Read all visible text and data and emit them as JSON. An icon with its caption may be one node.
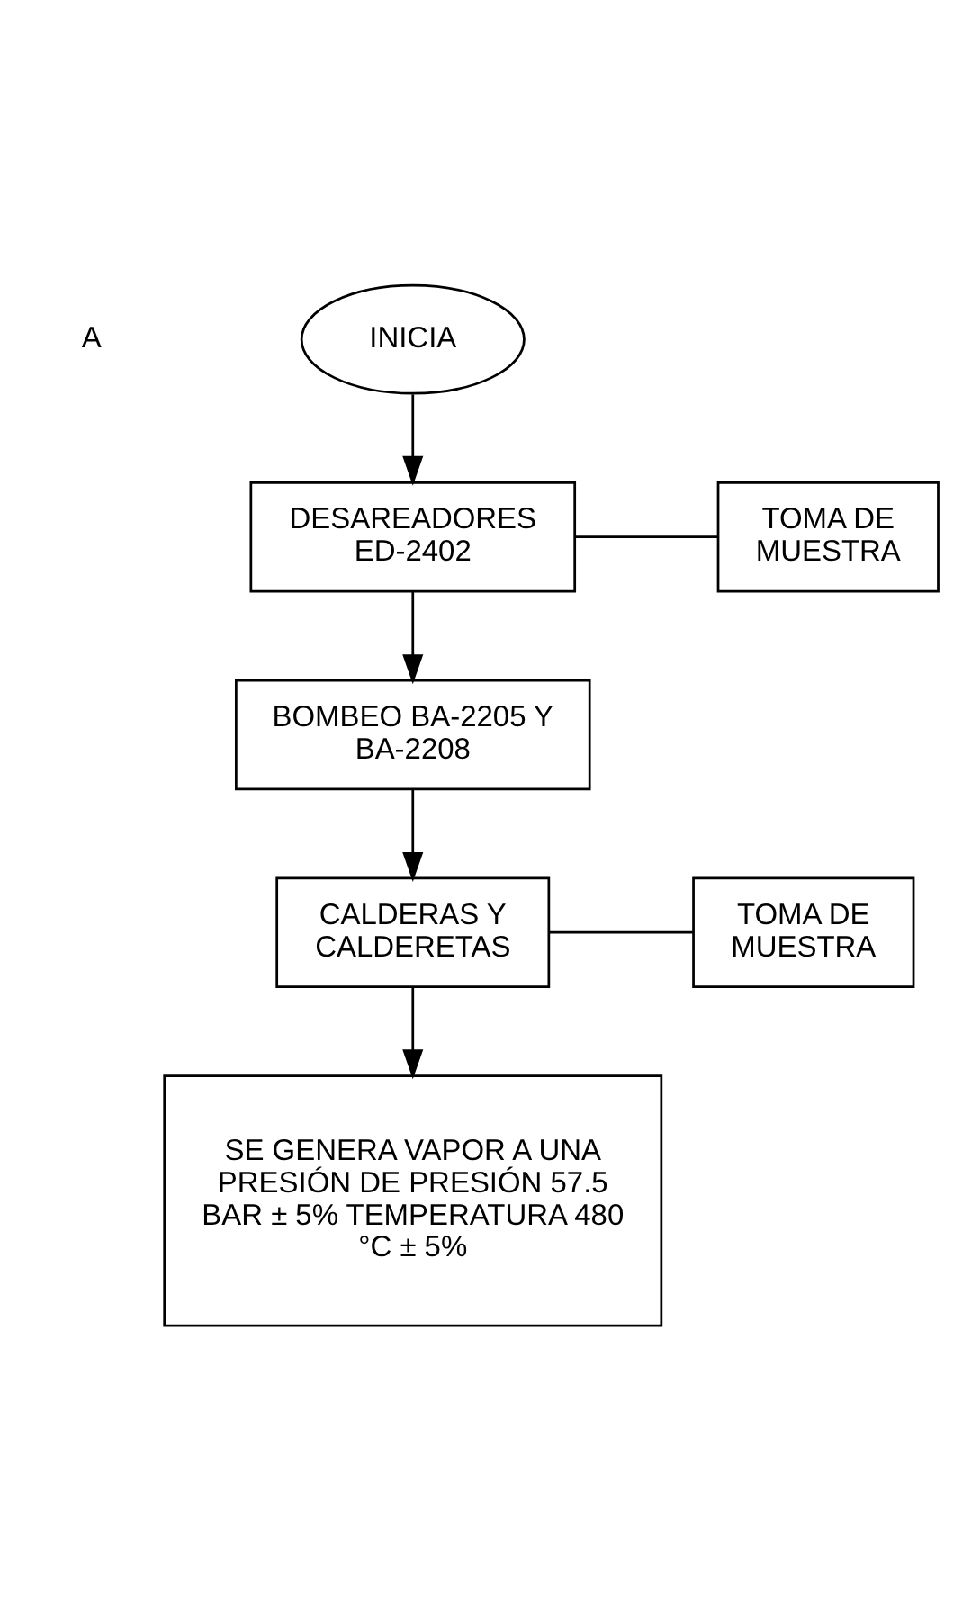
{
  "diagram": {
    "nodes": [
      {
        "text": [
          "INICIA"
        ]
      },
      {
        "text": [
          "DESAREADORES ED-2402"
        ]
      },
      {
        "text": [
          "TOMA DE MUESTRA"
        ]
      },
      {
        "text": [
          "BOMBEO BA-2205 Y BA-2208"
        ]
      },
      {
        "text": [
          "CALDERAS Y CALDERETAS"
        ]
      },
      {
        "text": [
          "TOMA DE MUESTRA"
        ]
      },
      {
        "text": [
          "SE GENERA VAPOR A UNA PRESIÓN DE PRESIÓN 57.5 BAR ± 5% TEMPERATURA 480 °C ± 5%"
        ]
      }
    ],
    "edges": [
      {
        "from": 0,
        "to": 1,
        "arrow": "to"
      },
      {
        "from": 1,
        "to": 3,
        "arrow": "to"
      },
      {
        "from": 1,
        "to": 2,
        "arrow": "none"
      },
      {
        "from": 3,
        "to": 4,
        "arrow": "to"
      },
      {
        "from": 4,
        "to": 5,
        "arrow": "none"
      },
      {
        "from": 4,
        "to": 6,
        "arrow": "to"
      }
    ],
    "labels": [
      "A"
    ]
  }
}
